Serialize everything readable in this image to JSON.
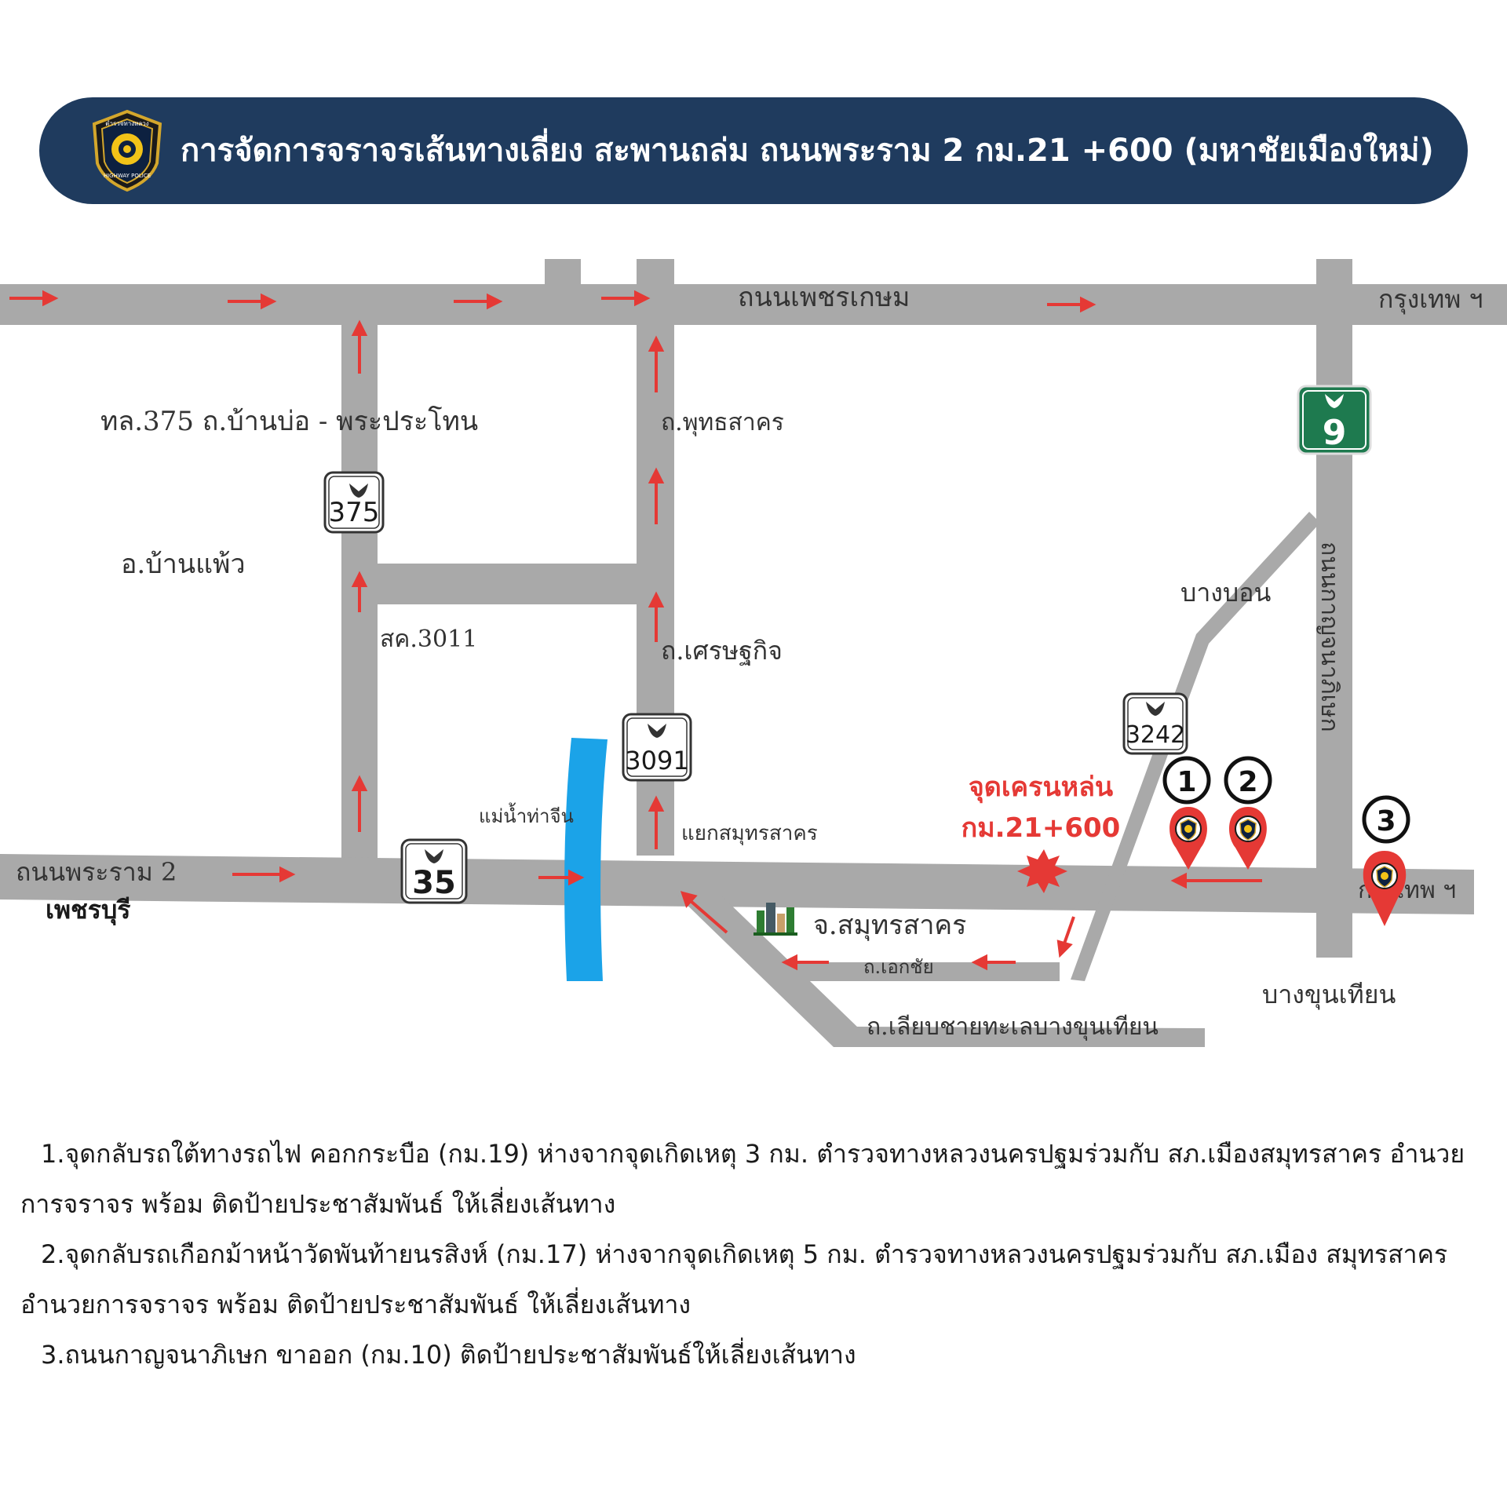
{
  "header": {
    "title": "การจัดการจราจรเส้นทางเลี่ยง สะพานถล่ม ถนนพระราม 2 กม.21 +600 (มหาชัยเมืองใหม่)",
    "logo_icon": "highway-police-badge-icon",
    "logo_text_top": "ตำรวจทางหลวง",
    "logo_text_bottom": "HIGHWAY POLICE",
    "bg_color": "#1f3b5e"
  },
  "map": {
    "roads": {
      "phetkasem": "ถนนเพชรเกษม",
      "phetkasem_end": "กรุงเทพ ฯ",
      "rama2": "ถนนพระราม 2",
      "rama2_end": "กรุงเทพ ฯ",
      "road375": "ทล.375   ถ.บ้านบ่อ - พระประโทน",
      "phutthasakhon": "ถ.พุทธสาคร",
      "sk3011": "สค.3011",
      "setthakit": "ถ.เศรษฐกิจ",
      "ekachai": "ถ.เอกชัย",
      "coastal": "ถ.เลียบชายทะเลบางขุนเทียน",
      "kanchana": "ถนนกาญจนาภิเษก"
    },
    "places": {
      "ban_phaeo": "อ.บ้านแพ้ว",
      "phetchaburi": "เพชรบุรี",
      "bang_bon": "บางบอน",
      "samut_sakhon": "จ.สมุทรสาคร",
      "bang_khun_thian": "บางขุนเทียน",
      "tha_chin": "แม่น้ำท่าจีน",
      "samut_sakhon_junction": "แยกสมุทรสาคร"
    },
    "shields": {
      "s375": "375",
      "s3091": "3091",
      "s35": "35",
      "s3242": "3242",
      "s9": "9"
    },
    "incident": {
      "line1": "จุดเครนหล่น",
      "line2": "กม.21+600",
      "color": "#e53935"
    },
    "markers": [
      "1",
      "2",
      "3"
    ],
    "colors": {
      "road": "#a9a9a9",
      "arrow": "#e53935",
      "river": "#1ba3e8",
      "shield_green": "#1e7a4f",
      "marker_red": "#e53935"
    }
  },
  "notes": [
    "1.จุดกลับรถใต้ทางรถไฟ คอกกระบือ (กม.19) ห่างจากจุดเกิดเหตุ 3 กม. ตำรวจทางหลวงนครปฐมร่วมกับ สภ.เมืองสมุทรสาคร อำนวยการจราจร พร้อม ติดป้ายประชาสัมพันธ์ ให้เลี่ยงเส้นทาง",
    "2.จุดกลับรถเกือกม้าหน้าวัดพันท้ายนรสิงห์ (กม.17) ห่างจากจุดเกิดเหตุ 5 กม. ตำรวจทางหลวงนครปฐมร่วมกับ สภ.เมือง สมุทรสาคร อำนวยการจราจร พร้อม ติดป้ายประชาสัมพันธ์ ให้เลี่ยงเส้นทาง",
    "3.ถนนกาญจนาภิเษก ขาออก (กม.10) ติดป้ายประชาสัมพันธ์ให้เลี่ยงเส้นทาง"
  ]
}
